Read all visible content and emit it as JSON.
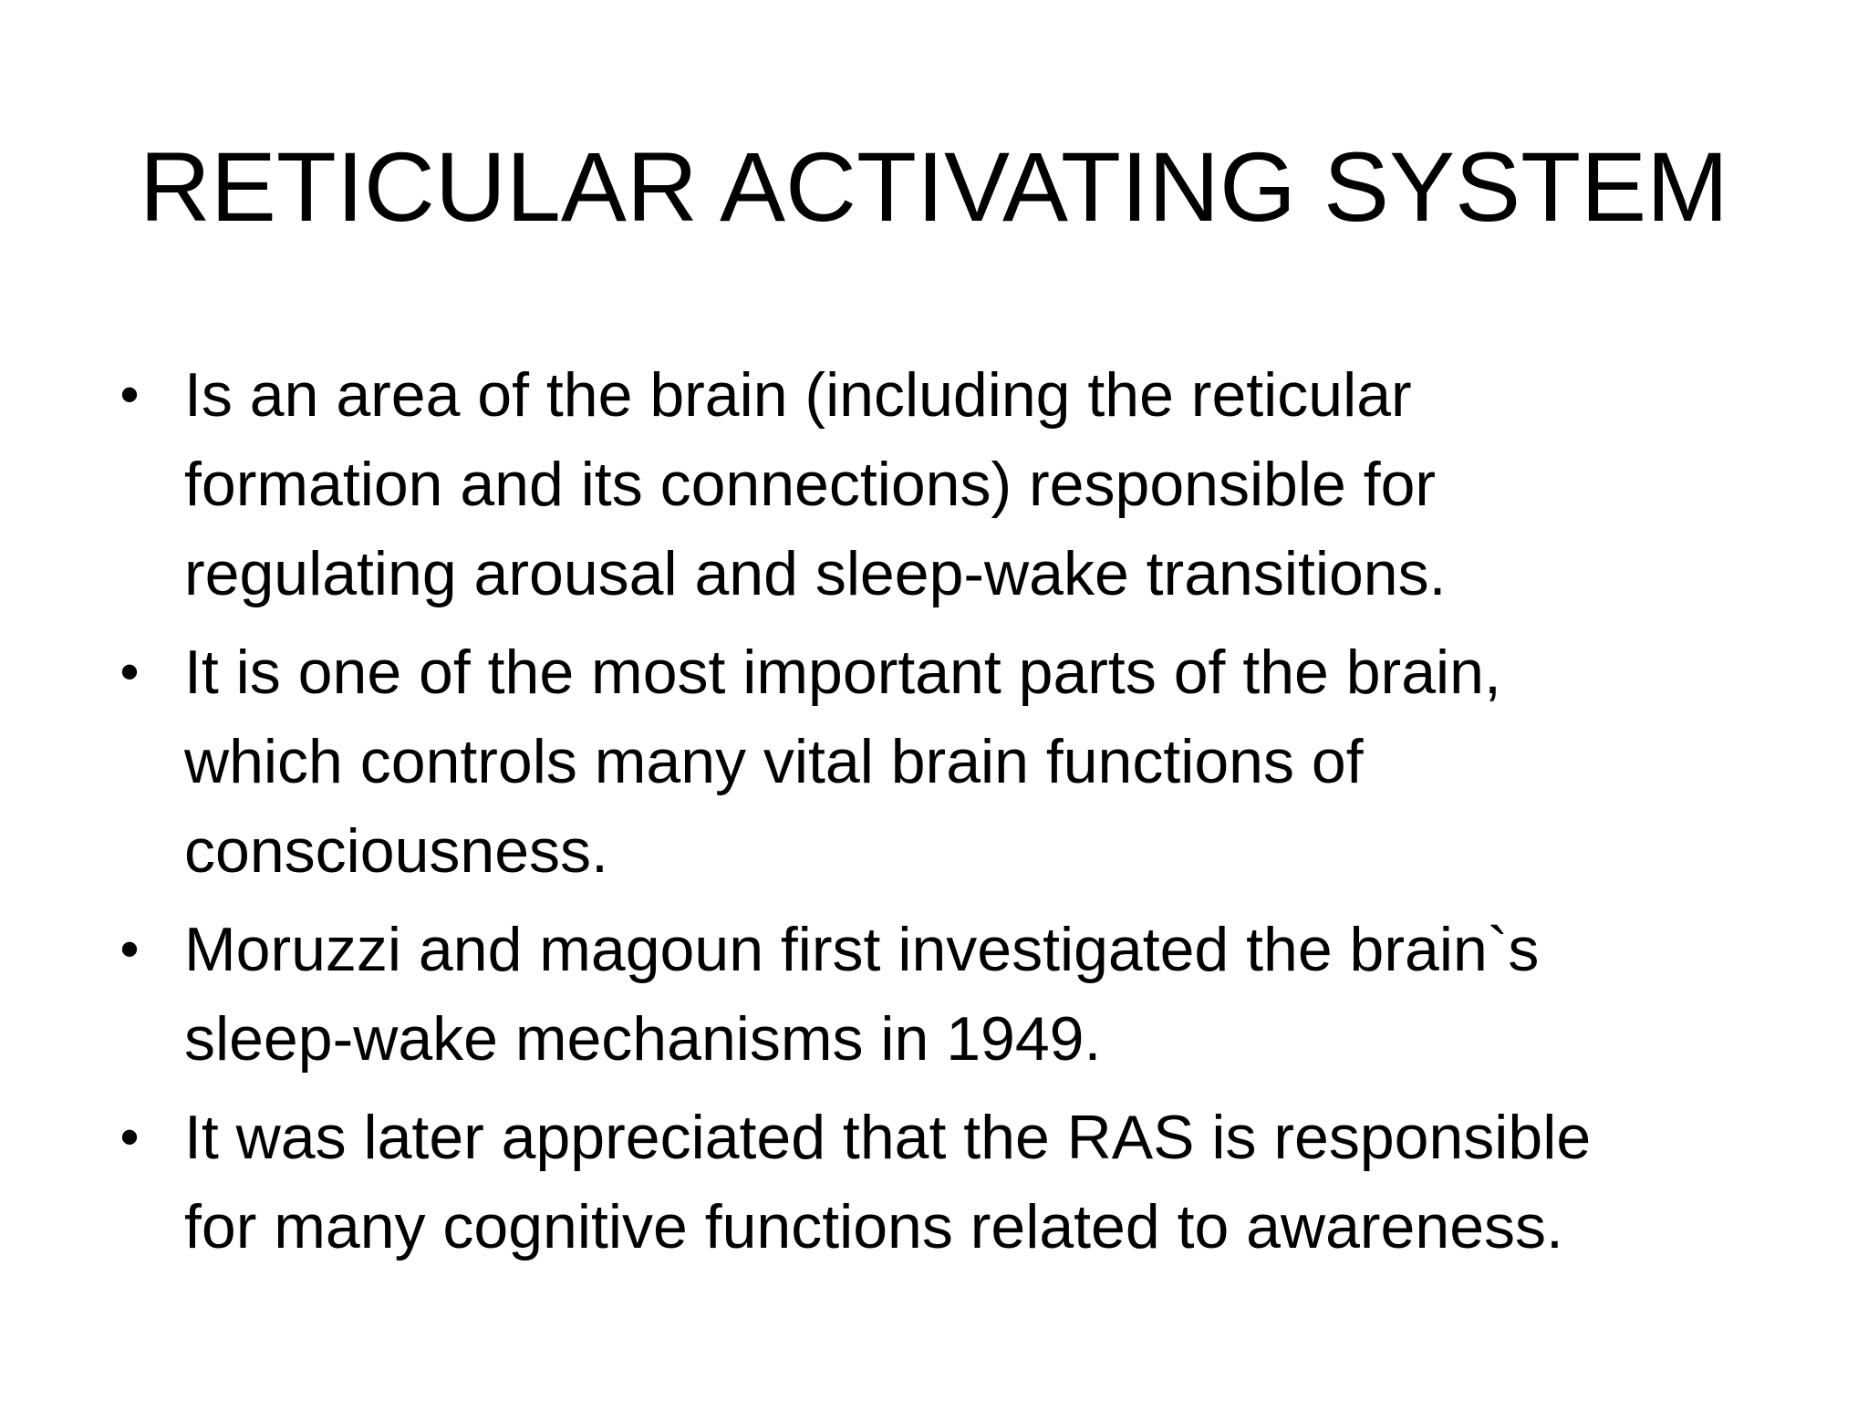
{
  "slide": {
    "title": "RETICULAR ACTIVATING SYSTEM",
    "bullet_glyph": "•",
    "bullets": [
      {
        "lines": [
          "Is an area of the brain (including the reticular",
          "formation and its connections) responsible for",
          "regulating arousal and sleep-wake transitions."
        ]
      },
      {
        "lines": [
          "It is one of the most important parts of the brain,",
          "which controls many vital brain functions of",
          "consciousness."
        ]
      },
      {
        "lines": [
          "Moruzzi and magoun first investigated the brain`s",
          "sleep-wake mechanisms in 1949."
        ]
      },
      {
        "lines": [
          "It was later appreciated that  the RAS is responsible",
          "for many cognitive functions related to awareness."
        ]
      }
    ]
  }
}
